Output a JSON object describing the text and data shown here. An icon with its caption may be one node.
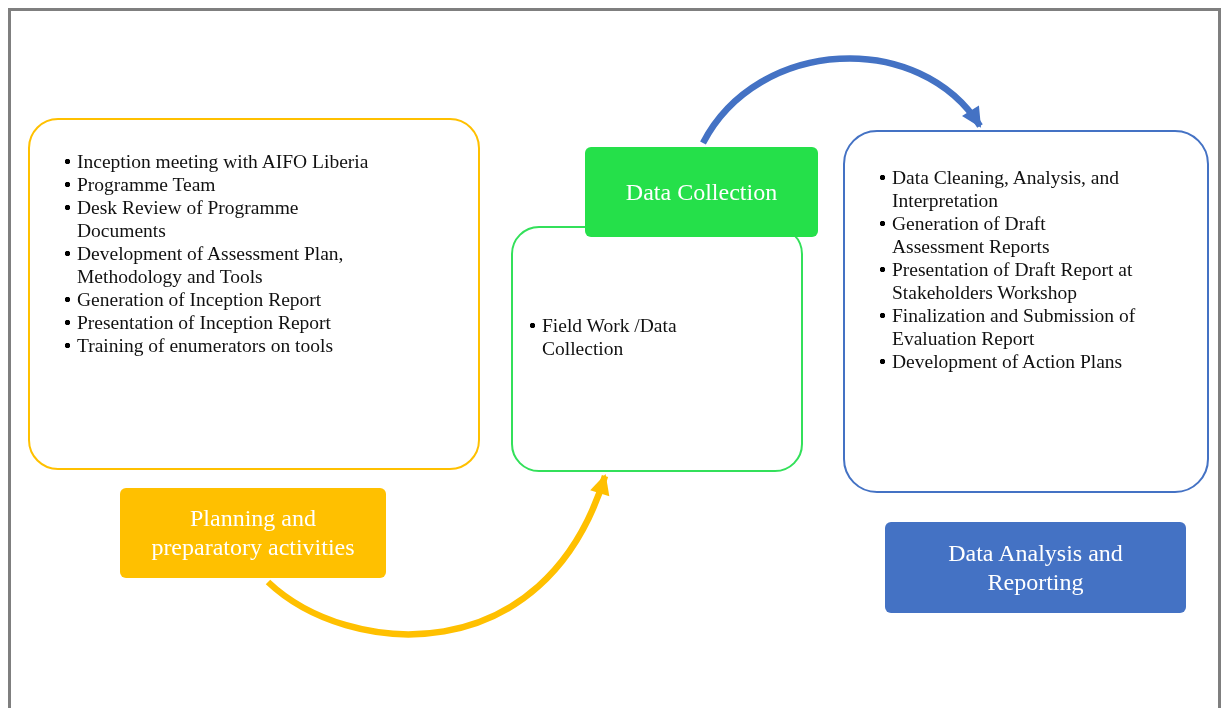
{
  "diagram": {
    "nodes": [
      {
        "text": [
          "Inception meeting with AIFO Liberia",
          "Programme Team",
          "Desk Review of Programme Documents",
          "Development of Assessment Plan, Methodology and Tools",
          "Generation of Inception Report",
          "Presentation of Inception Report",
          "Training of enumerators on tools"
        ]
      },
      {
        "text": [
          "Planning and preparatory activities"
        ]
      },
      {
        "text": [
          "Field Work /Data Collection"
        ]
      },
      {
        "text": [
          "Data Collection"
        ]
      },
      {
        "text": [
          "Data Cleaning, Analysis, and Interpretation",
          "Generation of Draft Assessment Reports",
          "Presentation of Draft Report at Stakeholders Workshop",
          "Finalization and Submission of Evaluation Report",
          "Development of Action Plans"
        ]
      },
      {
        "text": [
          "Data Analysis and Reporting"
        ]
      }
    ],
    "edges": [
      {
        "from": 1,
        "to": 2,
        "arrow": "to",
        "color": "#ffc000"
      },
      {
        "from": 3,
        "to": 4,
        "arrow": "to",
        "color": "#4472c4"
      }
    ]
  }
}
